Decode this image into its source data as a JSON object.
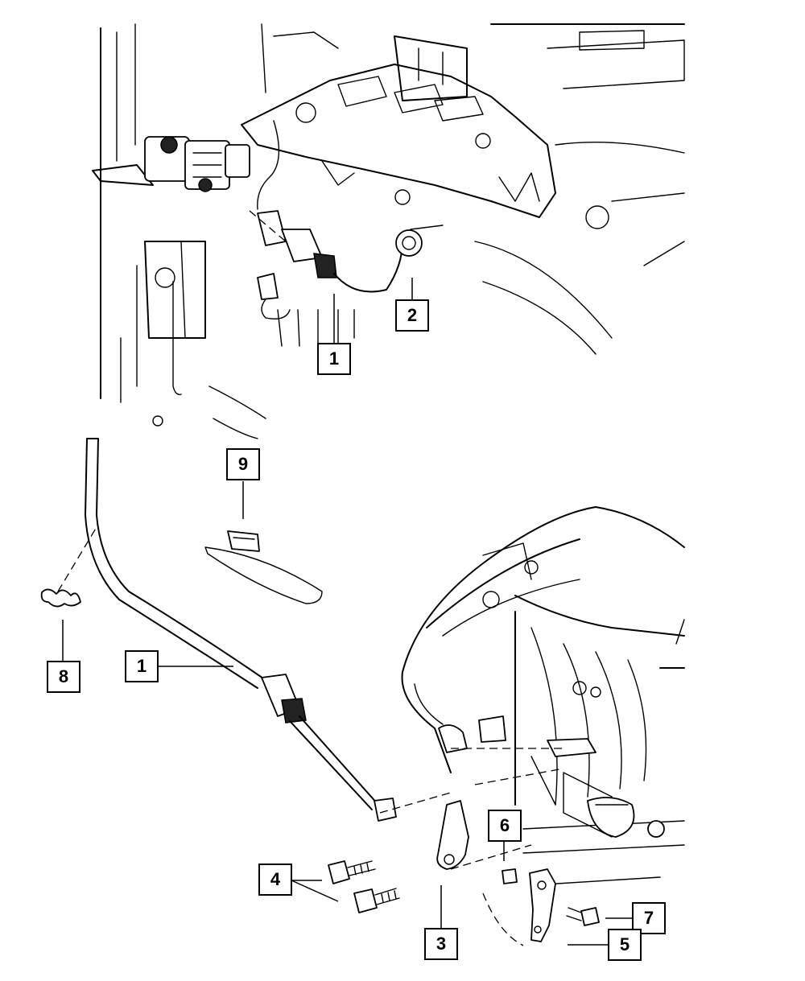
{
  "callouts": [
    {
      "id": "c1-top",
      "label": "1"
    },
    {
      "id": "c2",
      "label": "2"
    },
    {
      "id": "c9",
      "label": "9"
    },
    {
      "id": "c8",
      "label": "8"
    },
    {
      "id": "c1-bottom",
      "label": "1"
    },
    {
      "id": "c6",
      "label": "6"
    },
    {
      "id": "c4",
      "label": "4"
    },
    {
      "id": "c3",
      "label": "3"
    },
    {
      "id": "c7",
      "label": "7"
    },
    {
      "id": "c5",
      "label": "5"
    }
  ]
}
